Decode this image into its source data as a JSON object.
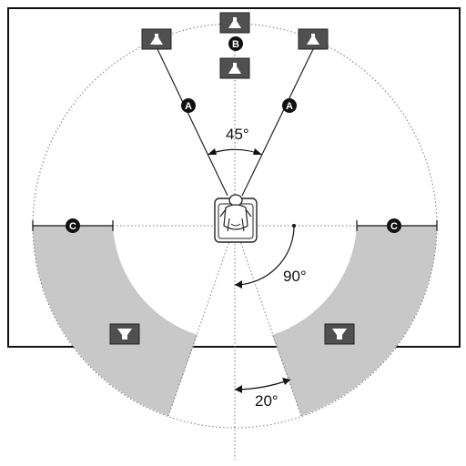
{
  "markers": {
    "a_left": "A",
    "a_right": "A",
    "b": "B",
    "c_left": "C",
    "c_right": "C"
  },
  "angles": {
    "front": "45°",
    "side": "90°",
    "rear": "20°"
  },
  "colors": {
    "room_border": "#111111",
    "shaded_zone": "#c8c8c8",
    "speaker_fill": "#505050",
    "speaker_glyph": "#ffffff",
    "badge_fill": "#111111",
    "dotted_line": "#777777"
  },
  "icons": {
    "speaker": "speaker-icon",
    "listener": "listener-sofa-icon"
  }
}
